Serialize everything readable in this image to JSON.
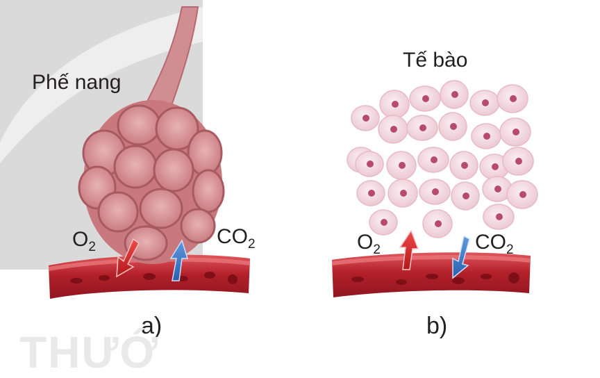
{
  "panel_a": {
    "title": "Phế nang",
    "gas_in": {
      "base": "O",
      "sub": "2"
    },
    "gas_out": {
      "base": "CO",
      "sub": "2"
    },
    "caption": "a)"
  },
  "panel_b": {
    "title": "Tế bào",
    "gas_out": {
      "base": "O",
      "sub": "2"
    },
    "gas_in": {
      "base": "CO",
      "sub": "2"
    },
    "caption": "b)"
  },
  "watermark": "THƯỚ",
  "colors": {
    "vessel": "#b3202a",
    "vessel_light": "#d9454c",
    "alveoli": "#c56e74",
    "alveoli_light": "#e5aeb0",
    "cell_fill": "#f6e1e7",
    "cell_nucleus": "#b84a72",
    "o2_arrow": "#d22c2c",
    "co2_arrow": "#3b78c8",
    "bg_shape": "#d8d8d8"
  }
}
